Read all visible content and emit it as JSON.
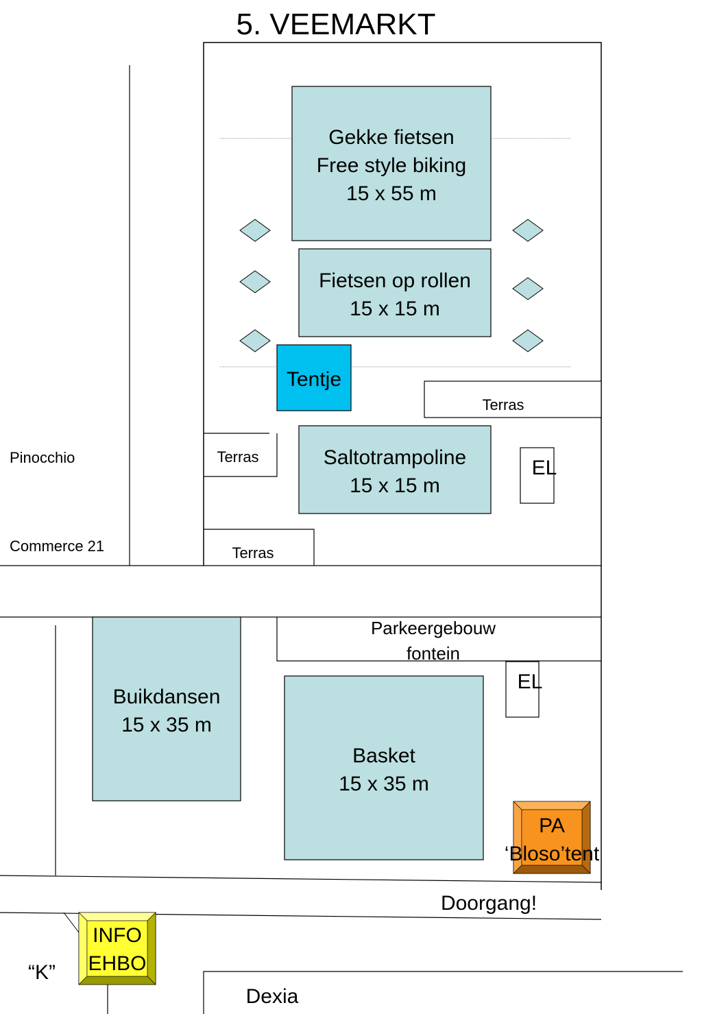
{
  "title": "5. VEEMARKT",
  "zones": {
    "gekke_fietsen": [
      "Gekke fietsen",
      "Free style biking",
      "15 x 55 m"
    ],
    "fietsen_op_rollen": [
      "Fietsen op rollen",
      "15 x 15 m"
    ],
    "tentje": "Tentje",
    "saltotrampoline": [
      "Saltotrampoline",
      "15 x 15 m"
    ],
    "buikdansen": [
      "Buikdansen",
      "15 x 35 m"
    ],
    "basket": [
      "Basket",
      "15 x 35 m"
    ],
    "pa_bloso": [
      "PA",
      "‘Bloso’tent"
    ],
    "info_ehbo": [
      "INFO",
      "EHBO"
    ]
  },
  "labels": {
    "terras": "Terras",
    "el": "EL",
    "pinocchio": "Pinocchio",
    "commerce": "Commerce 21",
    "parkeergebouw": [
      "Parkeergebouw",
      "fontein"
    ],
    "doorgang": "Doorgang!",
    "k": "“K”",
    "dexia": "Dexia"
  },
  "colors": {
    "zone_fill": "#bcdfe1",
    "tentje_fill": "#00c0f0",
    "pa_fill": "#f7931e",
    "info_fill": "#ffff33",
    "line": "#000000"
  }
}
